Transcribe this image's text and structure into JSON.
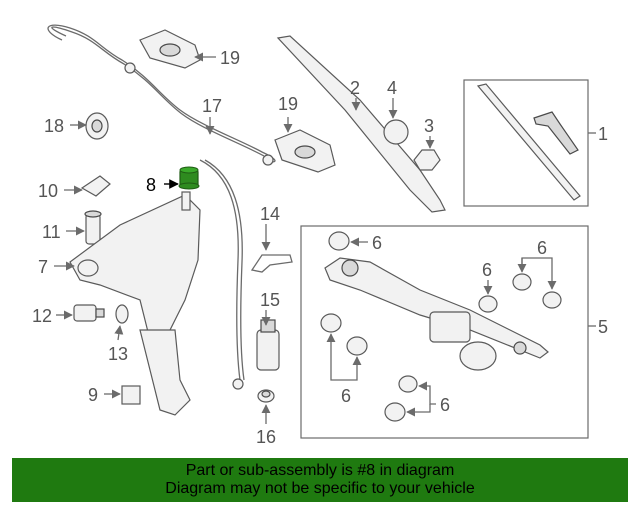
{
  "callouts": {
    "n1": "1",
    "n2": "2",
    "n3": "3",
    "n4": "4",
    "n5": "5",
    "n6a": "6",
    "n6b": "6",
    "n6c": "6",
    "n6d": "6",
    "n6e": "6",
    "n7": "7",
    "n8": "8",
    "n9": "9",
    "n10": "10",
    "n11": "11",
    "n12": "12",
    "n13": "13",
    "n14": "14",
    "n15": "15",
    "n16": "16",
    "n17": "17",
    "n18": "18",
    "n19a": "19",
    "n19b": "19"
  },
  "highlighted_part": "8",
  "banner": {
    "line1": "Part or sub-assembly is #8 in diagram",
    "line2": "Diagram may not be specific to your vehicle",
    "background": "#1f7a10"
  },
  "colors": {
    "line": "#6b6b6b",
    "highlight_part": "#2e8b1f"
  }
}
